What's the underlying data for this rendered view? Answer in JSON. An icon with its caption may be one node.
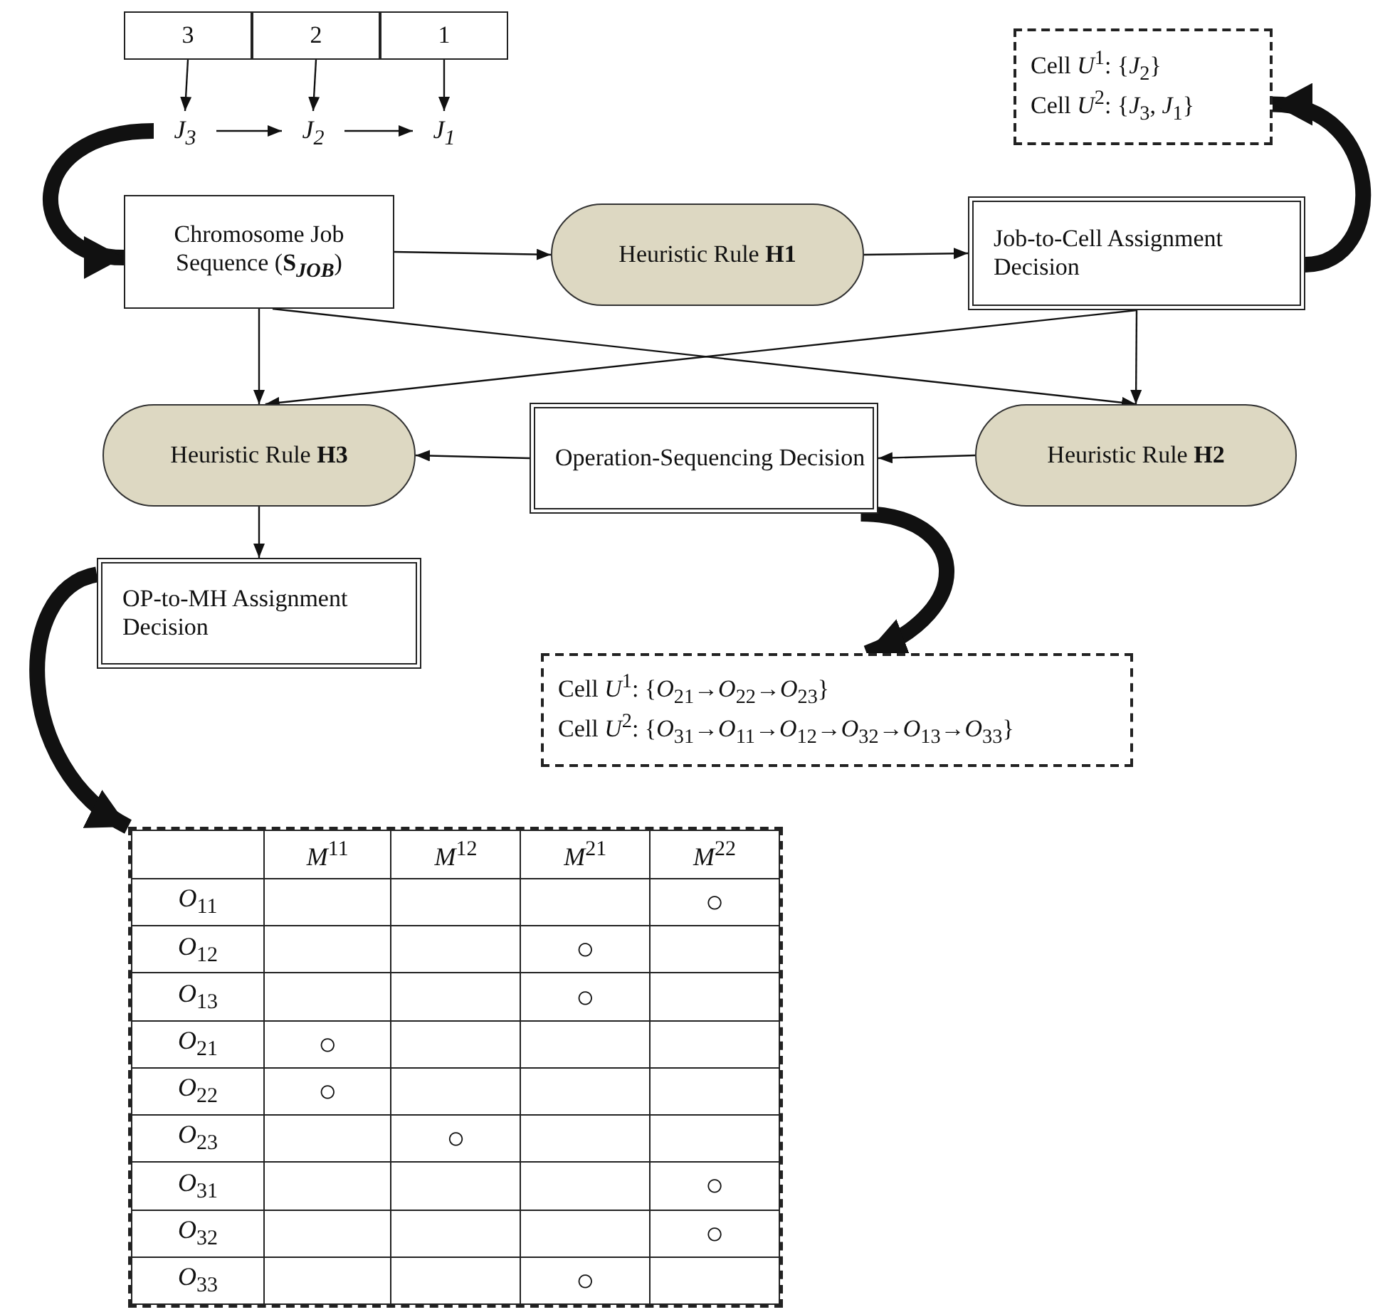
{
  "diagram": {
    "nodes": [
      {
        "text": [
          "3"
        ]
      },
      {
        "text": [
          "2"
        ]
      },
      {
        "text": [
          "1"
        ]
      },
      {
        "text": [
          "*J*$_{3}$"
        ]
      },
      {
        "text": [
          "*J*$_{2}$"
        ]
      },
      {
        "text": [
          "*J*$_{1}$"
        ]
      },
      {
        "text": [
          "Chromosome Job Sequence (**S**$_{JOB}$)"
        ]
      },
      {
        "text": [
          "Heuristic Rule **H1**"
        ]
      },
      {
        "text": [
          "Job-to-Cell Assignment Decision"
        ]
      },
      {
        "text": [
          "Cell *U*$^{1}$: {*J*$_{2}$}",
          "Cell *U*$^{2}$: {*J*$_{3}$, *J*$_{1}$}"
        ]
      },
      {
        "text": [
          "Heuristic Rule **H3**"
        ]
      },
      {
        "text": [
          "Operation-Sequencing Decision"
        ]
      },
      {
        "text": [
          "Heuristic Rule **H2**"
        ]
      },
      {
        "text": [
          "OP-to-MH Assignment Decision"
        ]
      },
      {
        "text": [
          "Cell *U*$^{1}$: {*O*$_{21}$→*O*$_{22}$→*O*$_{23}$}",
          "Cell *U*$^{2}$: {*O*$_{31}$→*O*$_{11}$→*O*$_{12}$→*O*$_{32}$→*O*$_{13}$→*O*$_{33}$}"
        ]
      },
      {
        "text": [],
        "shape": "box"
      }
    ],
    "edges": [
      {
        "from": 0,
        "to": 3,
        "arrow": "to"
      },
      {
        "from": 1,
        "to": 4,
        "arrow": "to"
      },
      {
        "from": 2,
        "to": 5,
        "arrow": "to"
      },
      {
        "from": 3,
        "to": 4,
        "arrow": "to"
      },
      {
        "from": 4,
        "to": 5,
        "arrow": "to"
      },
      {
        "from": 3,
        "to": 6,
        "arrow": "to",
        "style": "thick"
      },
      {
        "from": 6,
        "to": 7,
        "arrow": "to"
      },
      {
        "from": 7,
        "to": 8,
        "arrow": "to"
      },
      {
        "from": 8,
        "to": 9,
        "arrow": "to",
        "style": "thick"
      },
      {
        "from": 6,
        "to": 10,
        "arrow": "to"
      },
      {
        "from": 6,
        "to": 12,
        "arrow": "to"
      },
      {
        "from": 8,
        "to": 10,
        "arrow": "to"
      },
      {
        "from": 8,
        "to": 12,
        "arrow": "to"
      },
      {
        "from": 12,
        "to": 11,
        "arrow": "to"
      },
      {
        "from": 11,
        "to": 10,
        "arrow": "to"
      },
      {
        "from": 10,
        "to": 13,
        "arrow": "to"
      },
      {
        "from": 11,
        "to": 14,
        "arrow": "to",
        "style": "thick"
      },
      {
        "from": 13,
        "to": 15,
        "arrow": "to",
        "style": "thick"
      }
    ],
    "labels": [
      "*M*$^{11}$",
      "*M*$^{12}$",
      "*M*$^{21}$",
      "*M*$^{22}$",
      "*O*$_{11}$",
      "○",
      "*O*$_{12}$",
      "○",
      "*O*$_{13}$",
      "○",
      "*O*$_{21}$",
      "○",
      "*O*$_{22}$",
      "○",
      "*O*$_{23}$",
      "○",
      "*O*$_{31}$",
      "○",
      "*O*$_{32}$",
      "○",
      "*O*$_{33}$",
      "○"
    ]
  }
}
